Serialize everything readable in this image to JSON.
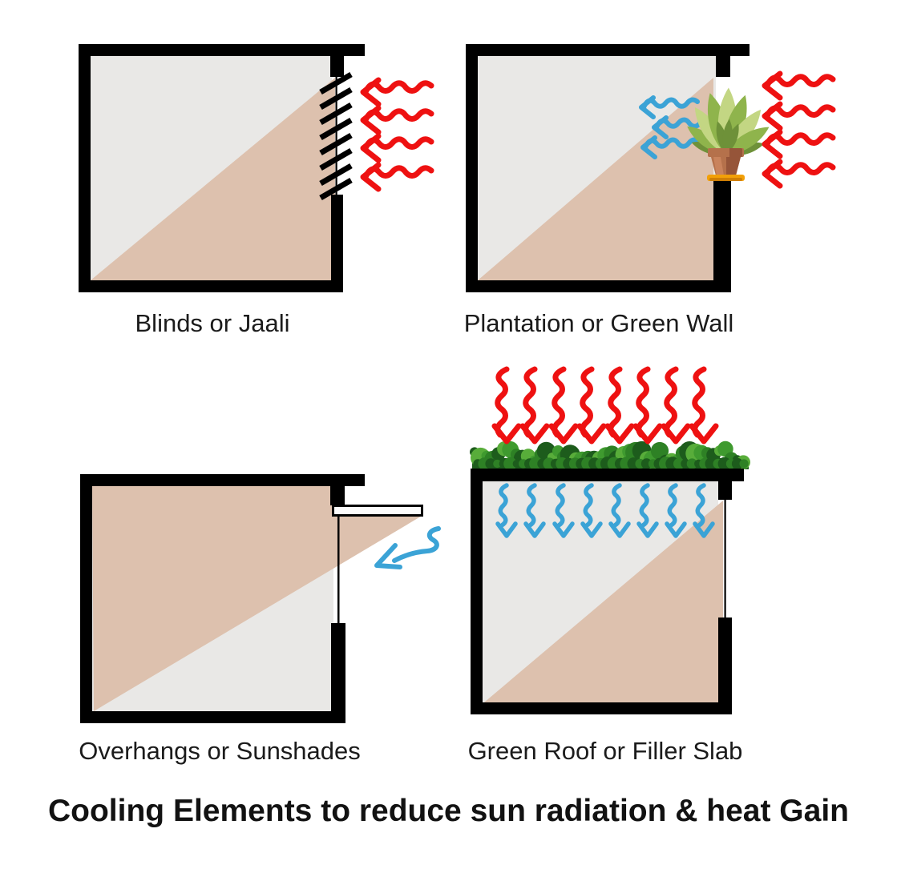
{
  "title": "Cooling Elements to reduce sun radiation & heat Gain",
  "panels": [
    {
      "label": "Blinds or Jaali",
      "icons": {
        "heat_arrows": 4,
        "blind_slats": 8,
        "window": "open-window"
      }
    },
    {
      "label": "Plantation or Green Wall",
      "icons": {
        "heat_arrows": 4,
        "cool_arrows": 3,
        "plant": "potted-plant"
      }
    },
    {
      "label": "Overhangs or Sunshades",
      "icons": {
        "cool_arrows": 1,
        "overhang": "sunshade-slab",
        "window": "open-window"
      }
    },
    {
      "label": "Green Roof or Filler Slab",
      "icons": {
        "heat_arrows": 8,
        "cool_arrows": 8,
        "vegetation": "green-roof"
      }
    }
  ],
  "colors": {
    "heat_arrow": "#ee1111",
    "cool_arrow": "#3ba3d6",
    "wall": "#000000",
    "sunlit_area": "#ddc1ae",
    "shaded_area": "#e9e8e6",
    "vegetation_greens": [
      "#1d5c1c",
      "#2e8125",
      "#3f9a2f",
      "#58ad3a"
    ],
    "plant_leaf_greens": [
      "#6e9139",
      "#8fb44c",
      "#c3d683"
    ],
    "pot_terracotta": "#b5714b",
    "saucer_orange": "#f2a008",
    "text": "#1b1b1b"
  }
}
